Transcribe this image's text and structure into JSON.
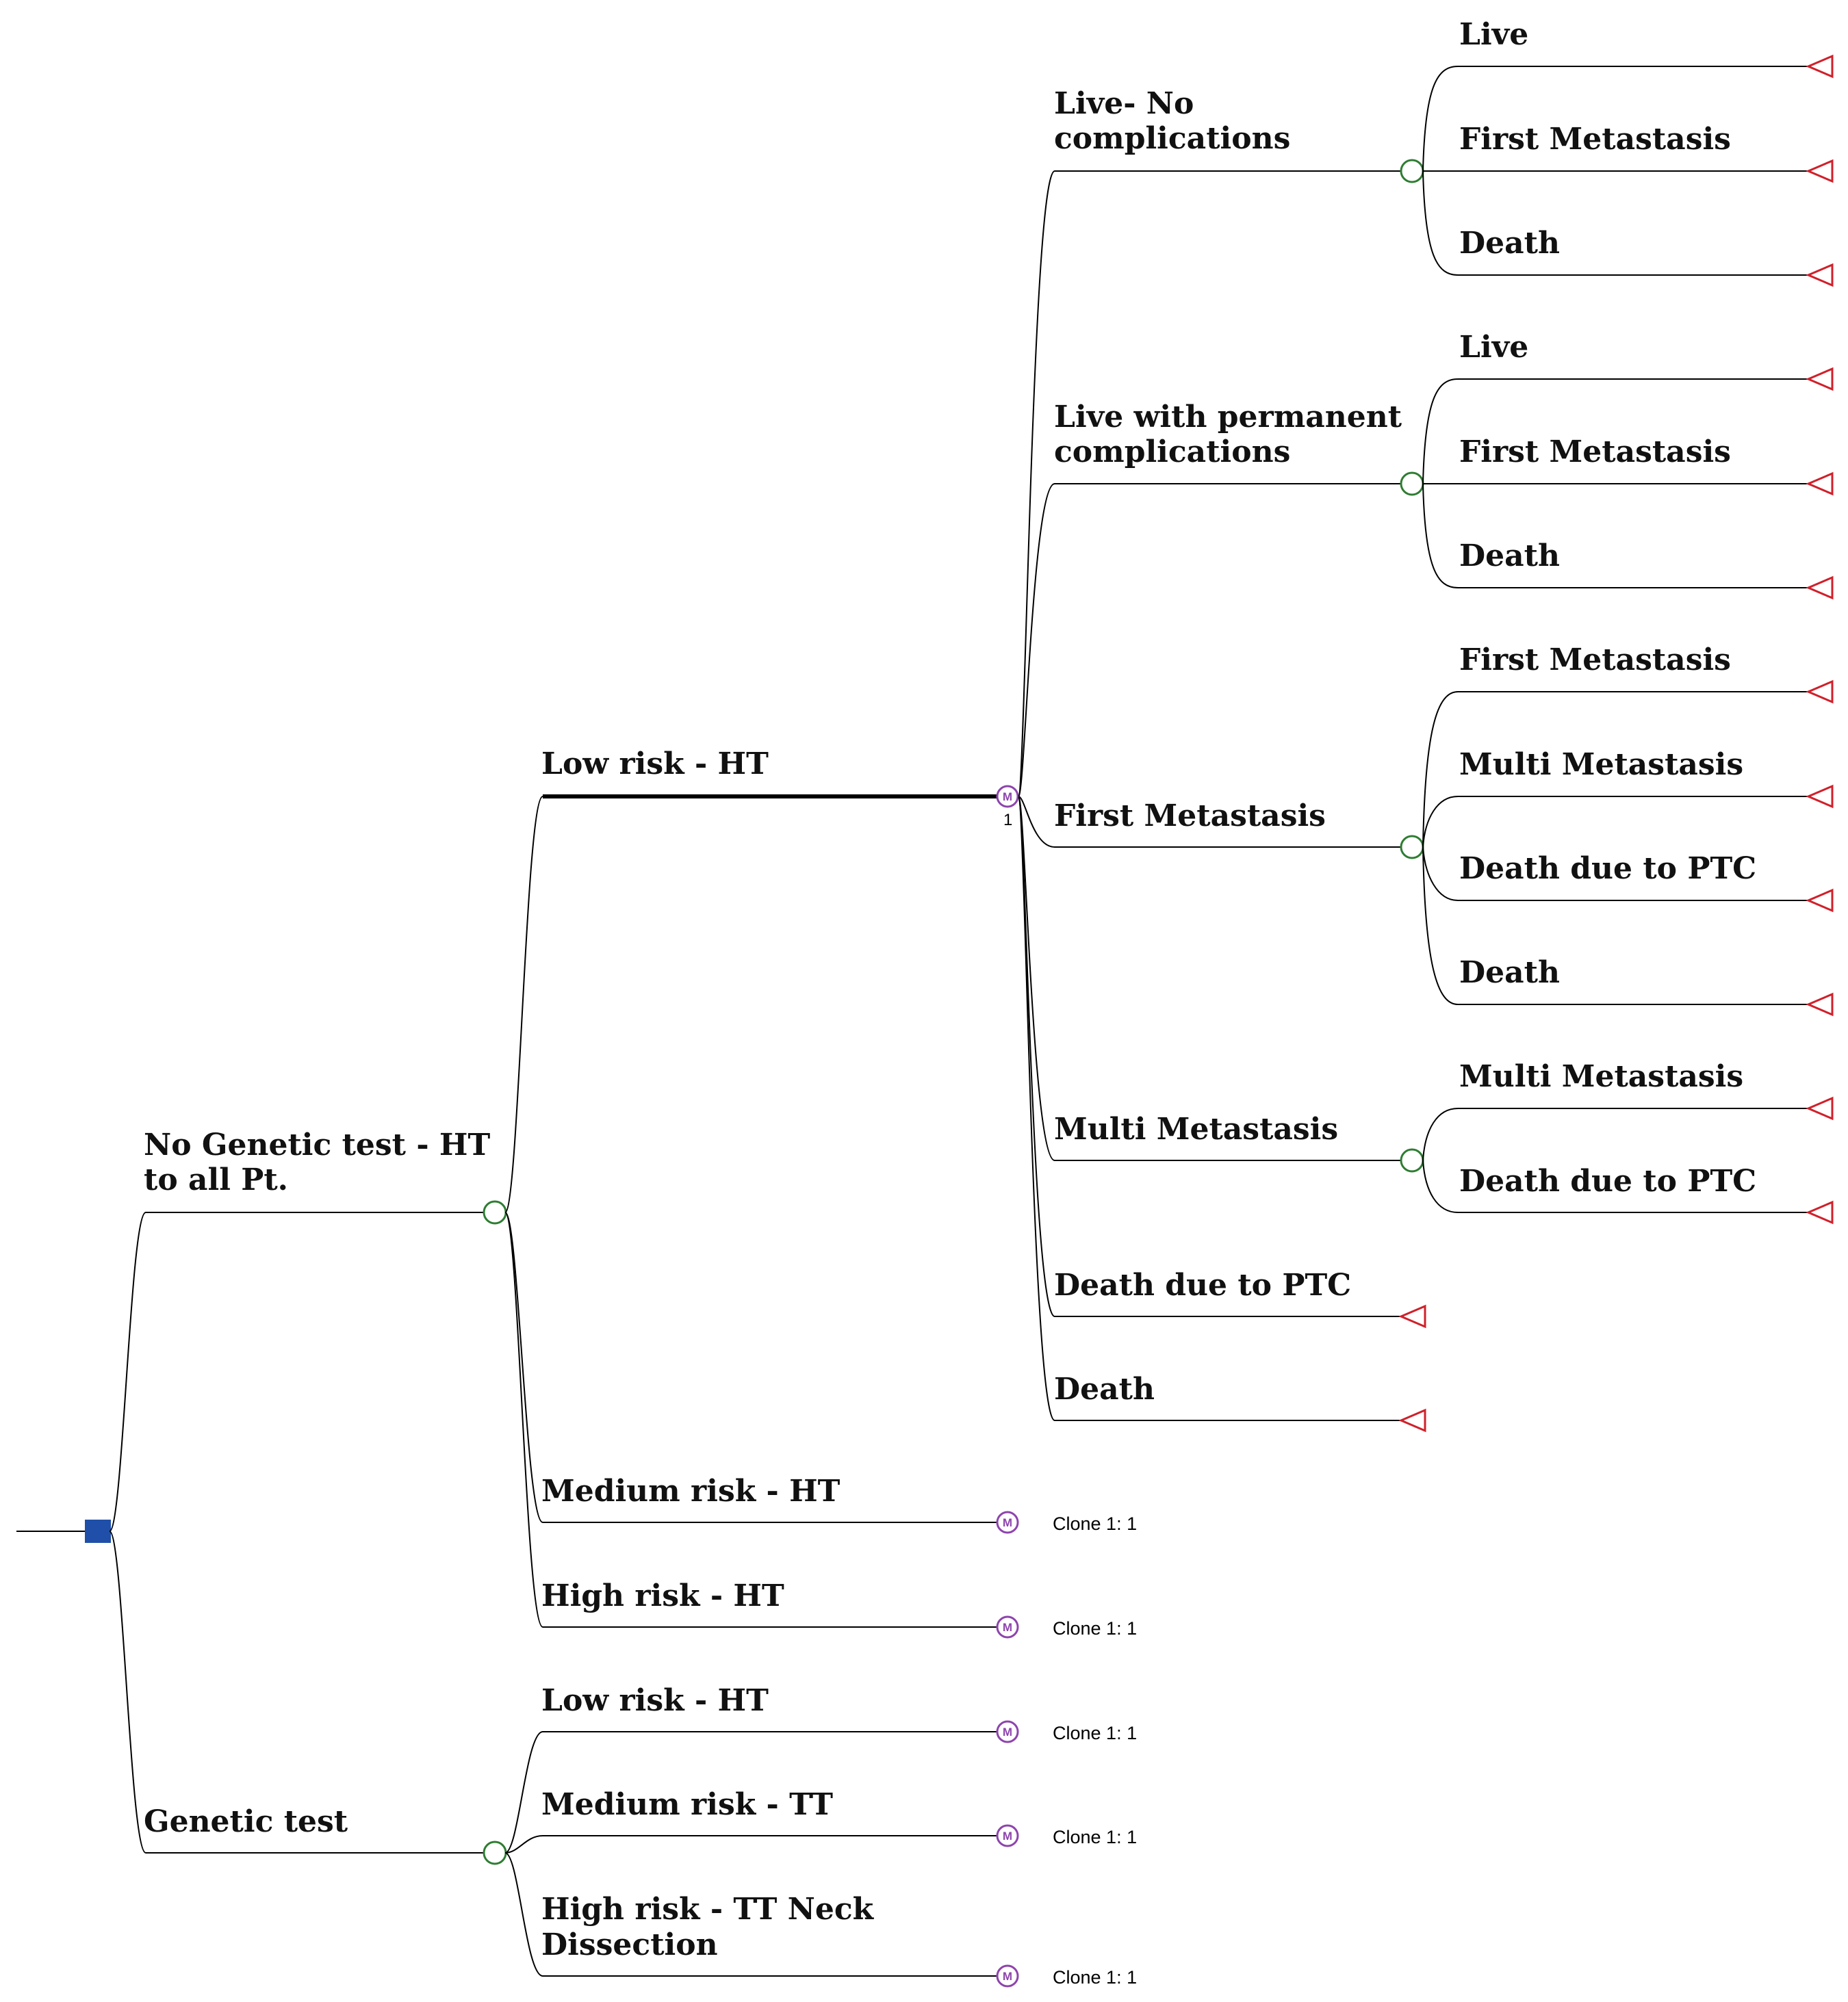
{
  "colors": {
    "decision": "#1f4fa8",
    "chance": "#2e7d32",
    "terminal": "#d0202a",
    "markov": "#8e44ad",
    "line": "#000000"
  },
  "icons": {
    "decision": "square-decision-node-icon",
    "chance": "circle-chance-node-icon",
    "markov": "circled-m-markov-node-icon",
    "terminal": "triangle-terminal-node-icon"
  },
  "markov_symbol": "M",
  "markov_number": "1",
  "tree": {
    "strategies": [
      {
        "name_lines": [
          "No Genetic test - HT",
          "to all Pt."
        ],
        "branches": [
          {
            "label": "Low risk - HT",
            "states": [
              {
                "name_lines": [
                  "Live- No",
                  "complications"
                ],
                "transitions": [
                  "Live",
                  "First Metastasis",
                  "Death"
                ]
              },
              {
                "name_lines": [
                  "Live with permanent",
                  "complications"
                ],
                "transitions": [
                  "Live",
                  "First Metastasis",
                  "Death"
                ]
              },
              {
                "name_lines": [
                  "First Metastasis"
                ],
                "transitions": [
                  "First Metastasis",
                  "Multi Metastasis",
                  "Death due to PTC",
                  "Death"
                ]
              },
              {
                "name_lines": [
                  "Multi Metastasis"
                ],
                "transitions": [
                  "Multi Metastasis",
                  "Death due to PTC"
                ]
              },
              {
                "name_lines": [
                  "Death due to PTC"
                ]
              },
              {
                "name_lines": [
                  "Death"
                ]
              }
            ]
          },
          {
            "label": "Medium risk - HT",
            "clone": "Clone 1: 1"
          },
          {
            "label": "High risk - HT",
            "clone": "Clone 1: 1"
          }
        ]
      },
      {
        "name_lines": [
          "Genetic test"
        ],
        "branches": [
          {
            "label": "Low risk - HT",
            "clone": "Clone 1: 1"
          },
          {
            "label": "Medium risk - TT",
            "clone": "Clone 1: 1"
          },
          {
            "label": "High risk - TT Neck",
            "label2": "Dissection",
            "clone": "Clone 1: 1"
          }
        ]
      }
    ]
  }
}
